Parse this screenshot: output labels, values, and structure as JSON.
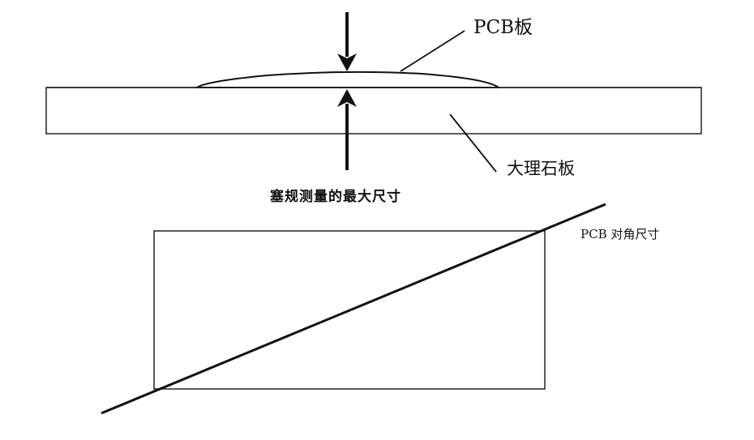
{
  "labels": {
    "pcb_board": "PCB板",
    "marble_board": "大理石板",
    "gauge_measurement": "塞规测量的最大尺寸",
    "pcb_diagonal": "PCB 对角尺寸"
  }
}
